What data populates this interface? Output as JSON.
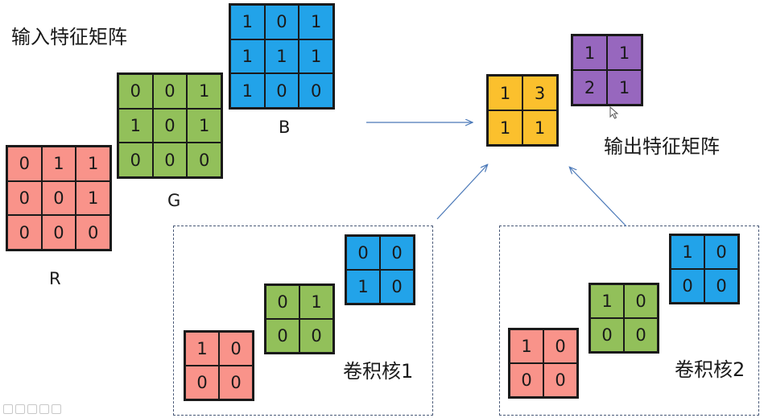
{
  "labels": {
    "input_title": "输入特征矩阵",
    "output_title": "输出特征矩阵",
    "channel_r": "R",
    "channel_g": "G",
    "channel_b": "B",
    "kernel1": "卷积核1",
    "kernel2": "卷积核2"
  },
  "colors": {
    "red_channel": "#F9938A",
    "green_channel": "#92C05A",
    "blue_channel": "#22A3E9",
    "output_orange": "#FBC02D",
    "output_purple": "#9767BE",
    "arrow": "#4A78B8",
    "dashed_border": "#4A5A78"
  },
  "input_matrices": {
    "r": [
      [
        "0",
        "1",
        "1"
      ],
      [
        "0",
        "0",
        "1"
      ],
      [
        "0",
        "0",
        "0"
      ]
    ],
    "g": [
      [
        "0",
        "0",
        "1"
      ],
      [
        "1",
        "0",
        "1"
      ],
      [
        "0",
        "0",
        "0"
      ]
    ],
    "b": [
      [
        "1",
        "0",
        "1"
      ],
      [
        "1",
        "1",
        "1"
      ],
      [
        "1",
        "0",
        "0"
      ]
    ]
  },
  "output_matrices": {
    "orange": [
      [
        "1",
        "3"
      ],
      [
        "1",
        "1"
      ]
    ],
    "purple": [
      [
        "1",
        "1"
      ],
      [
        "2",
        "1"
      ]
    ]
  },
  "kernel1": {
    "r": [
      [
        "1",
        "0"
      ],
      [
        "0",
        "0"
      ]
    ],
    "g": [
      [
        "0",
        "1"
      ],
      [
        "0",
        "0"
      ]
    ],
    "b": [
      [
        "0",
        "0"
      ],
      [
        "1",
        "0"
      ]
    ]
  },
  "kernel2": {
    "r": [
      [
        "1",
        "0"
      ],
      [
        "0",
        "0"
      ]
    ],
    "g": [
      [
        "1",
        "0"
      ],
      [
        "0",
        "0"
      ]
    ],
    "b": [
      [
        "1",
        "0"
      ],
      [
        "0",
        "0"
      ]
    ]
  },
  "icons": {
    "cursor": "mouse-pointer-icon",
    "toolbar": [
      "screen-icon",
      "pen-icon",
      "eraser-icon",
      "pointer-icon",
      "camera-icon"
    ]
  }
}
